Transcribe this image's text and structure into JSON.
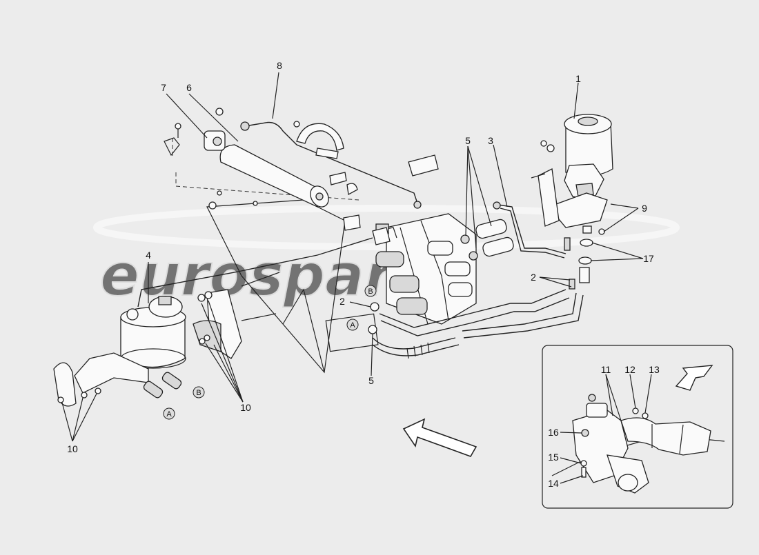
{
  "watermark": {
    "text": "eurospares"
  },
  "callouts": {
    "c1": "1",
    "c2a": "2",
    "c2b": "2",
    "c3": "3",
    "c4": "4",
    "c5a": "5",
    "c5b": "5",
    "c6": "6",
    "c7": "7",
    "c8": "8",
    "c9": "9",
    "c10a": "10",
    "c10b": "10",
    "c17": "17"
  },
  "connectors": {
    "a1": "A",
    "a2": "A",
    "b1": "B",
    "b2": "B"
  },
  "inset": {
    "callouts": {
      "c11": "11",
      "c12": "12",
      "c13": "13",
      "c14": "14",
      "c15": "15",
      "c16": "16"
    }
  }
}
